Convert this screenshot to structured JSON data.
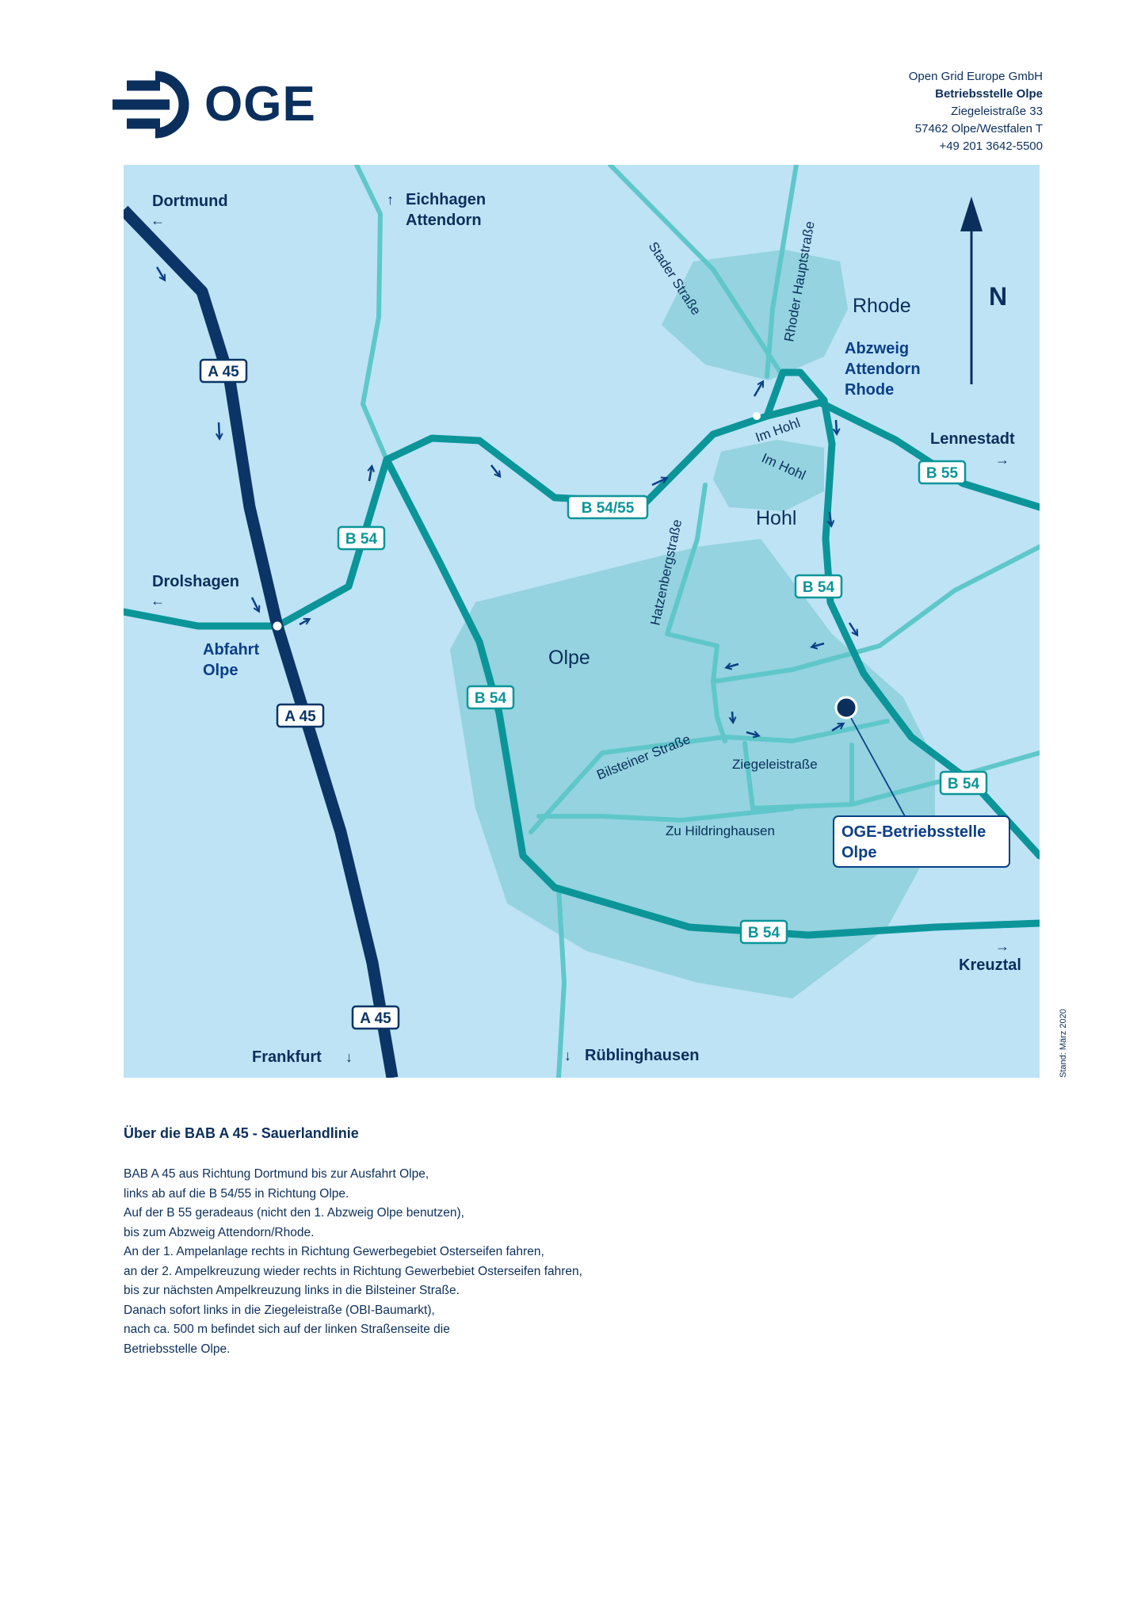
{
  "header": {
    "logo_text": "OGE",
    "company": "Open Grid Europe GmbH",
    "site": "Betriebsstelle Olpe",
    "street": "Ziegeleistraße 33",
    "city": "57462 Olpe/Westfalen T",
    "phone": "+49 201 3642-5500"
  },
  "map": {
    "colors": {
      "background": "#bde3f5",
      "urban": "#94d3df",
      "major_road": "#0b9599",
      "minor_road": "#5fc7c9",
      "motorway": "#0b3566",
      "text": "#0b2f5c",
      "label_blue": "#0b3f86"
    },
    "compass": "N",
    "places": {
      "dortmund": "Dortmund",
      "eichhagen": "Eichhagen",
      "attendorn": "Attendorn",
      "rhode": "Rhode",
      "abzweig_1": "Abzweig",
      "abzweig_2": "Attendorn",
      "abzweig_3": "Rhode",
      "lennestadt": "Lennestadt",
      "hohl": "Hohl",
      "drolshagen": "Drolshagen",
      "abfahrt_1": "Abfahrt",
      "abfahrt_2": "Olpe",
      "olpe": "Olpe",
      "frankfurt": "Frankfurt",
      "ruebling": "Rüblinghausen",
      "kreuztal": "Kreuztal"
    },
    "streets": {
      "stader": "Stader Straße",
      "rhoder": "Rhoder Hauptstraße",
      "im_hohl_1": "Im Hohl",
      "im_hohl_2": "Im Hohl",
      "hatzenberg": "Hatzenbergstraße",
      "bilsteiner": "Bilsteiner Straße",
      "ziegelei": "Ziegeleistraße",
      "hildring": "Zu Hildringhausen"
    },
    "road_shields": {
      "a45_1": "A 45",
      "a45_2": "A 45",
      "a45_3": "A 45",
      "b54_1": "B 54",
      "b5455": "B 54/55",
      "b55": "B 55",
      "b54_2": "B 54",
      "b54_3": "B 54",
      "b54_4": "B 54",
      "b54_5": "B 54"
    },
    "destination_1": "OGE-Betriebsstelle",
    "destination_2": "Olpe",
    "icons": [
      "arrow-left-icon",
      "arrow-up-icon",
      "arrow-right-icon",
      "arrow-down-icon",
      "north-arrow-icon",
      "location-pin-icon"
    ]
  },
  "stand": "Stand: März 2020",
  "route": {
    "heading": "Über die BAB A 45 - Sauerlandlinie",
    "lines": [
      "BAB A 45 aus Richtung Dortmund bis zur Ausfahrt Olpe,",
      "links ab auf die B 54/55 in Richtung Olpe.",
      "Auf der B 55 geradeaus (nicht den 1. Abzweig Olpe benutzen),",
      "bis zum Abzweig Attendorn/Rhode.",
      "An der 1. Ampelanlage rechts in Richtung Gewerbegebiet Osterseifen fahren,",
      "an der 2. Ampelkreuzung wieder rechts in Richtung Gewerbebiet Osterseifen fahren,",
      "bis zur nächsten Ampelkreuzung links in die Bilsteiner Straße.",
      "Danach sofort links in die Ziegeleistraße (OBI-Baumarkt),",
      "nach ca. 500 m befindet sich auf der linken Straßenseite die",
      "Betriebsstelle Olpe."
    ]
  }
}
